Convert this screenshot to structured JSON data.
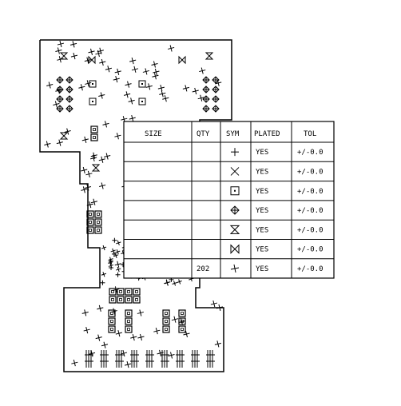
{
  "drill_table": {
    "headers": {
      "size": "SIZE",
      "qty": "QTY",
      "sym": "SYM",
      "plated": "PLATED",
      "tol": "TOL"
    },
    "rows": [
      {
        "size": "",
        "qty": "",
        "sym_icon": "plus-cross",
        "plated": "YES",
        "tol": "+/-0.0"
      },
      {
        "size": "",
        "qty": "",
        "sym_icon": "x-cross",
        "plated": "YES",
        "tol": "+/-0.0"
      },
      {
        "size": "",
        "qty": "",
        "sym_icon": "square-dot",
        "plated": "YES",
        "tol": "+/-0.0"
      },
      {
        "size": "",
        "qty": "",
        "sym_icon": "diamond-cross",
        "plated": "YES",
        "tol": "+/-0.0"
      },
      {
        "size": "",
        "qty": "",
        "sym_icon": "hourglass",
        "plated": "YES",
        "tol": "+/-0.0"
      },
      {
        "size": "",
        "qty": "",
        "sym_icon": "bowtie",
        "plated": "YES",
        "tol": "+/-0.0"
      },
      {
        "size": "",
        "qty": "202",
        "sym_icon": "tick-cross",
        "plated": "YES",
        "tol": "+/-0.0"
      }
    ]
  },
  "style": {
    "line_color": "#000000",
    "background": "#ffffff"
  }
}
